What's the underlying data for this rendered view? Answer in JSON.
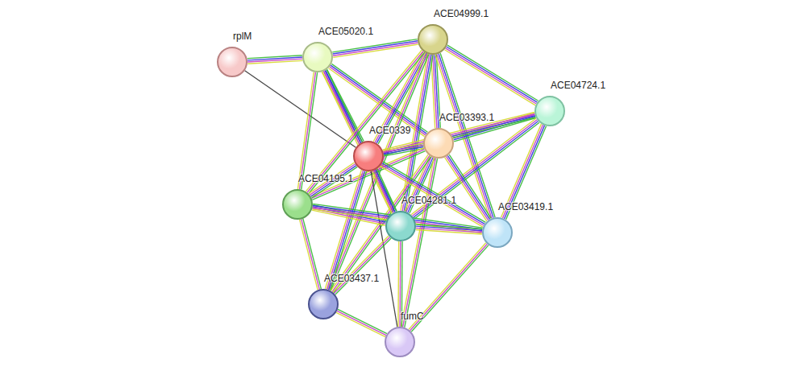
{
  "diagram": {
    "nodes": [
      {
        "text": [
          "rplM"
        ]
      },
      {
        "text": [
          "ACE05020.1"
        ]
      },
      {
        "text": [
          "ACE04999.1"
        ]
      },
      {
        "text": [
          "ACE04724.1"
        ]
      },
      {
        "text": [
          "ACE03393.1"
        ]
      },
      {
        "text": [
          "ACE0339"
        ]
      },
      {
        "text": [
          "ACE04195.1"
        ]
      },
      {
        "text": [
          "ACE04281.1"
        ]
      },
      {
        "text": [
          "ACE03419.1"
        ]
      },
      {
        "text": [
          "ACE03437.1"
        ]
      },
      {
        "text": [
          "fumC"
        ]
      }
    ],
    "edges": [
      {
        "from": 0,
        "to": 1,
        "arrow": "none"
      },
      {
        "from": 0,
        "to": 5,
        "arrow": "none"
      },
      {
        "from": 1,
        "to": 2,
        "arrow": "none"
      },
      {
        "from": 1,
        "to": 5,
        "arrow": "none"
      },
      {
        "from": 1,
        "to": 4,
        "arrow": "none"
      },
      {
        "from": 1,
        "to": 6,
        "arrow": "none"
      },
      {
        "from": 1,
        "to": 7,
        "arrow": "none"
      },
      {
        "from": 2,
        "to": 3,
        "arrow": "none"
      },
      {
        "from": 2,
        "to": 4,
        "arrow": "none"
      },
      {
        "from": 2,
        "to": 5,
        "arrow": "none"
      },
      {
        "from": 2,
        "to": 6,
        "arrow": "none"
      },
      {
        "from": 2,
        "to": 7,
        "arrow": "none"
      },
      {
        "from": 2,
        "to": 8,
        "arrow": "none"
      },
      {
        "from": 2,
        "to": 9,
        "arrow": "none"
      },
      {
        "from": 3,
        "to": 4,
        "arrow": "none"
      },
      {
        "from": 3,
        "to": 5,
        "arrow": "none"
      },
      {
        "from": 3,
        "to": 7,
        "arrow": "none"
      },
      {
        "from": 3,
        "to": 8,
        "arrow": "none"
      },
      {
        "from": 4,
        "to": 5,
        "arrow": "none"
      },
      {
        "from": 4,
        "to": 6,
        "arrow": "none"
      },
      {
        "from": 4,
        "to": 7,
        "arrow": "none"
      },
      {
        "from": 4,
        "to": 8,
        "arrow": "none"
      },
      {
        "from": 4,
        "to": 9,
        "arrow": "none"
      },
      {
        "from": 4,
        "to": 10,
        "arrow": "none"
      },
      {
        "from": 5,
        "to": 6,
        "arrow": "none"
      },
      {
        "from": 5,
        "to": 7,
        "arrow": "none"
      },
      {
        "from": 5,
        "to": 8,
        "arrow": "none"
      },
      {
        "from": 5,
        "to": 9,
        "arrow": "none"
      },
      {
        "from": 5,
        "to": 10,
        "arrow": "none"
      },
      {
        "from": 6,
        "to": 7,
        "arrow": "none"
      },
      {
        "from": 6,
        "to": 8,
        "arrow": "none"
      },
      {
        "from": 6,
        "to": 9,
        "arrow": "none"
      },
      {
        "from": 7,
        "to": 8,
        "arrow": "none"
      },
      {
        "from": 7,
        "to": 9,
        "arrow": "none"
      },
      {
        "from": 7,
        "to": 10,
        "arrow": "none"
      },
      {
        "from": 8,
        "to": 10,
        "arrow": "none"
      },
      {
        "from": 9,
        "to": 10,
        "arrow": "none"
      }
    ]
  }
}
